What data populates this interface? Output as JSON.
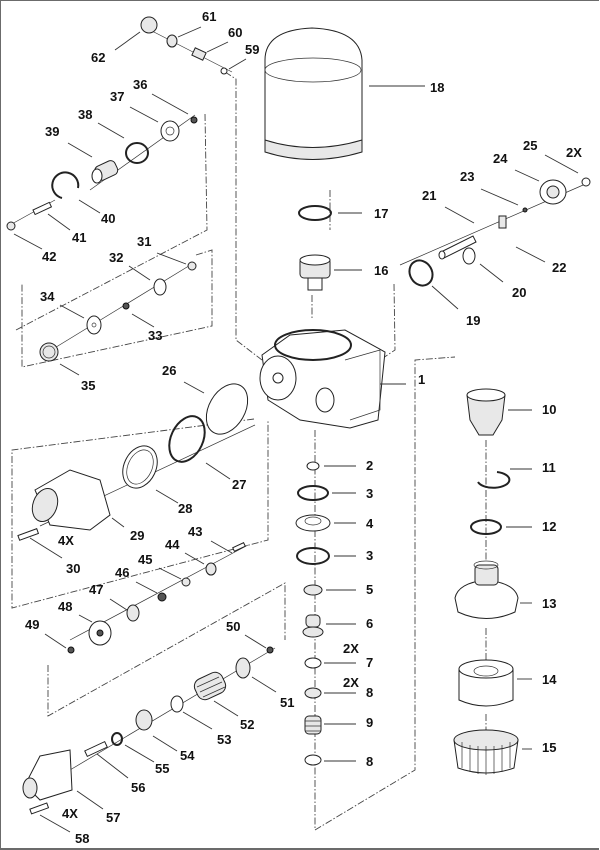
{
  "diagram": {
    "type": "exploded-parts-view",
    "subject": "air dryer assembly",
    "colors": {
      "line": "#222222",
      "background": "#ffffff",
      "border": "#6b6b6b"
    },
    "callouts": [
      {
        "id": "1",
        "label": "1"
      },
      {
        "id": "2",
        "label": "2"
      },
      {
        "id": "3a",
        "label": "3"
      },
      {
        "id": "4",
        "label": "4"
      },
      {
        "id": "3b",
        "label": "3"
      },
      {
        "id": "5",
        "label": "5"
      },
      {
        "id": "6",
        "label": "6"
      },
      {
        "id": "7",
        "label": "7",
        "qty": "2X"
      },
      {
        "id": "8a",
        "label": "8",
        "qty": "2X"
      },
      {
        "id": "9",
        "label": "9"
      },
      {
        "id": "8b",
        "label": "8"
      },
      {
        "id": "10",
        "label": "10"
      },
      {
        "id": "11",
        "label": "11"
      },
      {
        "id": "12",
        "label": "12"
      },
      {
        "id": "13",
        "label": "13"
      },
      {
        "id": "14",
        "label": "14"
      },
      {
        "id": "15",
        "label": "15"
      },
      {
        "id": "16",
        "label": "16"
      },
      {
        "id": "17",
        "label": "17"
      },
      {
        "id": "18",
        "label": "18"
      },
      {
        "id": "19",
        "label": "19"
      },
      {
        "id": "20",
        "label": "20"
      },
      {
        "id": "21",
        "label": "21"
      },
      {
        "id": "22",
        "label": "22"
      },
      {
        "id": "23",
        "label": "23"
      },
      {
        "id": "24",
        "label": "24"
      },
      {
        "id": "25",
        "label": "25",
        "qty": "2X"
      },
      {
        "id": "26",
        "label": "26"
      },
      {
        "id": "27",
        "label": "27"
      },
      {
        "id": "28",
        "label": "28"
      },
      {
        "id": "29",
        "label": "29"
      },
      {
        "id": "30",
        "label": "30",
        "qty": "4X"
      },
      {
        "id": "31",
        "label": "31"
      },
      {
        "id": "32",
        "label": "32"
      },
      {
        "id": "33",
        "label": "33"
      },
      {
        "id": "34",
        "label": "34"
      },
      {
        "id": "35",
        "label": "35"
      },
      {
        "id": "36",
        "label": "36"
      },
      {
        "id": "37",
        "label": "37"
      },
      {
        "id": "38",
        "label": "38"
      },
      {
        "id": "39",
        "label": "39"
      },
      {
        "id": "40",
        "label": "40"
      },
      {
        "id": "41",
        "label": "41"
      },
      {
        "id": "42",
        "label": "42"
      },
      {
        "id": "43",
        "label": "43"
      },
      {
        "id": "44",
        "label": "44"
      },
      {
        "id": "45",
        "label": "45"
      },
      {
        "id": "46",
        "label": "46"
      },
      {
        "id": "47",
        "label": "47"
      },
      {
        "id": "48",
        "label": "48"
      },
      {
        "id": "49",
        "label": "49"
      },
      {
        "id": "50",
        "label": "50"
      },
      {
        "id": "51",
        "label": "51"
      },
      {
        "id": "52",
        "label": "52"
      },
      {
        "id": "53",
        "label": "53"
      },
      {
        "id": "54",
        "label": "54"
      },
      {
        "id": "55",
        "label": "55"
      },
      {
        "id": "56",
        "label": "56"
      },
      {
        "id": "57",
        "label": "57",
        "qty": "4X"
      },
      {
        "id": "58",
        "label": "58"
      },
      {
        "id": "59",
        "label": "59"
      },
      {
        "id": "60",
        "label": "60"
      },
      {
        "id": "61",
        "label": "61"
      },
      {
        "id": "62",
        "label": "62"
      }
    ]
  }
}
